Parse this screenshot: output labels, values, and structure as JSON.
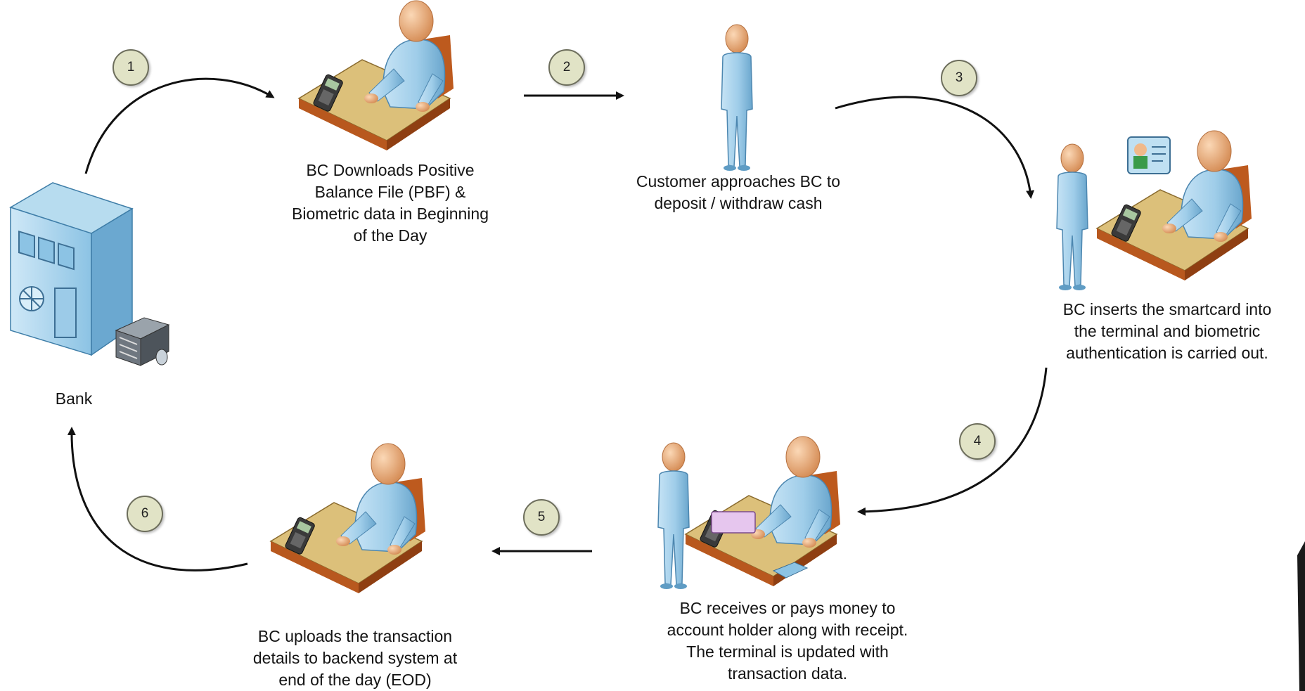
{
  "nodes": {
    "bank": {
      "label": "Bank"
    },
    "download": {
      "lines": [
        "BC Downloads Positive",
        "Balance File (PBF) &",
        "Biometric data in Beginning",
        "of  the Day"
      ]
    },
    "customer": {
      "lines": [
        "Customer approaches BC to",
        "deposit / withdraw cash"
      ]
    },
    "smartcard": {
      "lines": [
        "BC inserts the smartcard into",
        "the terminal and biometric",
        "authentication is carried out."
      ]
    },
    "payment": {
      "lines": [
        "BC receives or pays money to",
        "account holder along with receipt.",
        "The terminal is updated with",
        "transaction data."
      ]
    },
    "upload": {
      "lines": [
        "BC uploads the transaction",
        "details to backend system at",
        "end of the day (EOD)"
      ]
    }
  },
  "steps": [
    "1",
    "2",
    "3",
    "4",
    "5",
    "6"
  ],
  "colors": {
    "figure": "#9fcde9",
    "figure_shade": "#5f9cc4",
    "skin": "#f0b98a",
    "desk_top": "#dcc07a",
    "desk_side": "#b8581e",
    "badge_fill": "#e1e3c6",
    "arrow": "#111111"
  }
}
